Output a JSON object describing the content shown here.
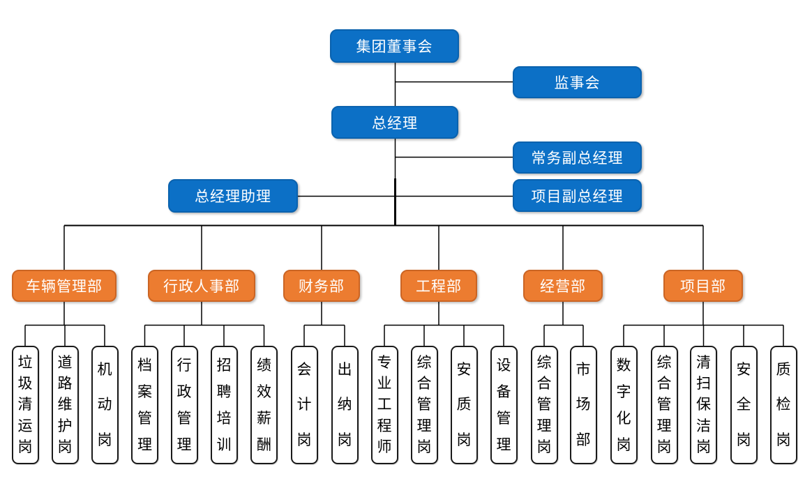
{
  "colors": {
    "node_blue": "#0C70C6",
    "node_blue_border": "#0A62AE",
    "node_orange": "#EC7C30",
    "node_orange_border": "#CB6524",
    "leaf_background": "#ffffff",
    "leaf_border": "#1a1a1a",
    "connector_line": "#000000",
    "text_on_color": "#ffffff",
    "text_dark": "#000000"
  },
  "nodes": {
    "board": {
      "label": "集团董事会"
    },
    "supervisory": {
      "label": "监事会"
    },
    "gm": {
      "label": "总经理"
    },
    "exec_deputy_gm": {
      "label": "常务副总经理"
    },
    "gm_assistant": {
      "label": "总经理助理"
    },
    "project_deputy_gm": {
      "label": "项目副总经理"
    },
    "departments": [
      {
        "label": "车辆管理部",
        "children": [
          "垃圾清运岗",
          "道路维护岗",
          "机动岗"
        ]
      },
      {
        "label": "行政人事部",
        "children": [
          "档案管理",
          "行政管理",
          "招聘培训",
          "绩效薪酬"
        ]
      },
      {
        "label": "财务部",
        "children": [
          "会计岗",
          "出纳岗"
        ]
      },
      {
        "label": "工程部",
        "children": [
          "专业工程师",
          "综合管理岗",
          "安质岗",
          "设备管理"
        ]
      },
      {
        "label": "经营部",
        "children": [
          "综合管理岗",
          "市场部"
        ]
      },
      {
        "label": "项目部",
        "children": [
          "数字化岗",
          "综合管理岗",
          "清扫保洁岗",
          "安全岗",
          "质检岗"
        ]
      }
    ]
  }
}
